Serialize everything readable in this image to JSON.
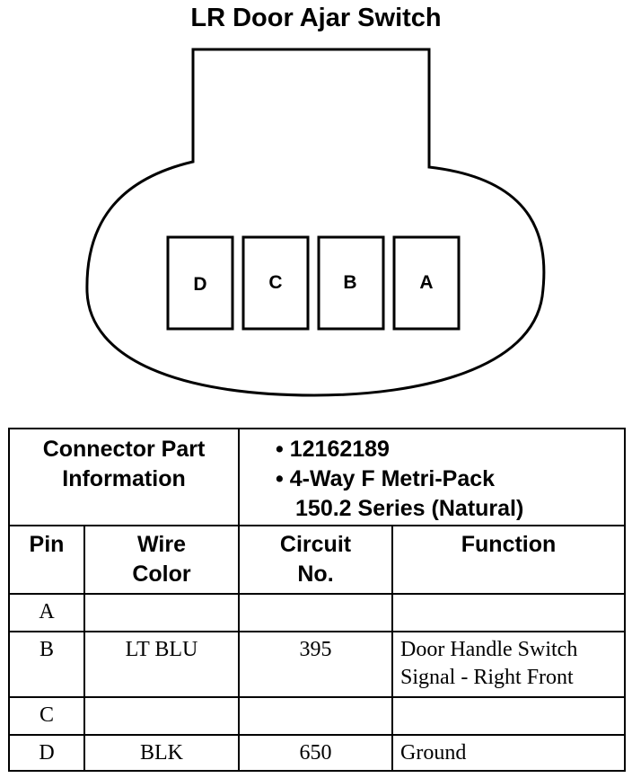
{
  "title": "LR Door Ajar Switch",
  "connector": {
    "pins": [
      "D",
      "C",
      "B",
      "A"
    ]
  },
  "table": {
    "part_info_label": "Connector Part Information",
    "part_number": "12162189",
    "part_desc_line1": "4-Way F Metri-Pack",
    "part_desc_line2": "150.2 Series (Natural)",
    "bullet": "•",
    "headers": {
      "pin": "Pin",
      "wire_color": "Wire Color",
      "circuit_no": "Circuit No.",
      "function": "Function"
    },
    "rows": [
      {
        "pin": "A",
        "wire_color": "",
        "circuit": "",
        "function_line1": "",
        "function_line2": ""
      },
      {
        "pin": "B",
        "wire_color": "LT BLU",
        "circuit": "395",
        "function_line1": "Door Handle Switch",
        "function_line2": "Signal - Right Front"
      },
      {
        "pin": "C",
        "wire_color": "",
        "circuit": "",
        "function_line1": "",
        "function_line2": ""
      },
      {
        "pin": "D",
        "wire_color": "BLK",
        "circuit": "650",
        "function_line1": "Ground",
        "function_line2": ""
      }
    ]
  }
}
